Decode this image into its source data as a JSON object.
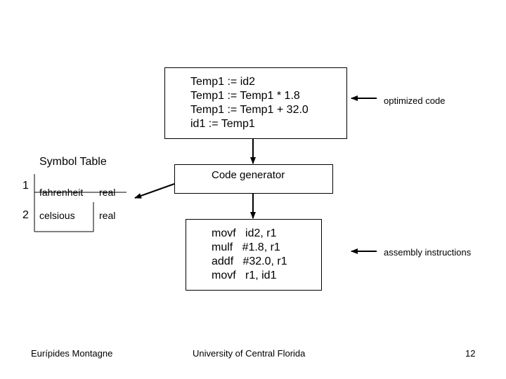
{
  "optimized_code": {
    "lines": [
      "Temp1 := id2",
      "Temp1 := Temp1 * 1.8",
      "Temp1 := Temp1 + 32.0",
      "id1 := Temp1"
    ],
    "label": "optimized code"
  },
  "code_generator": {
    "label": "Code generator"
  },
  "assembly": {
    "lines": [
      "movf   id2, r1",
      "mulf   #1.8, r1",
      "addf   #32.0, r1",
      "movf   r1, id1"
    ],
    "label": "assembly instructions"
  },
  "symbol_table": {
    "title": "Symbol Table",
    "rows": [
      {
        "index": "1",
        "name": "fahrenheit",
        "type": "real"
      },
      {
        "index": "2",
        "name": "celsious",
        "type": "real"
      }
    ]
  },
  "footer": {
    "author": "Eurípides Montagne",
    "institution": "University of Central Florida",
    "page": "12"
  }
}
